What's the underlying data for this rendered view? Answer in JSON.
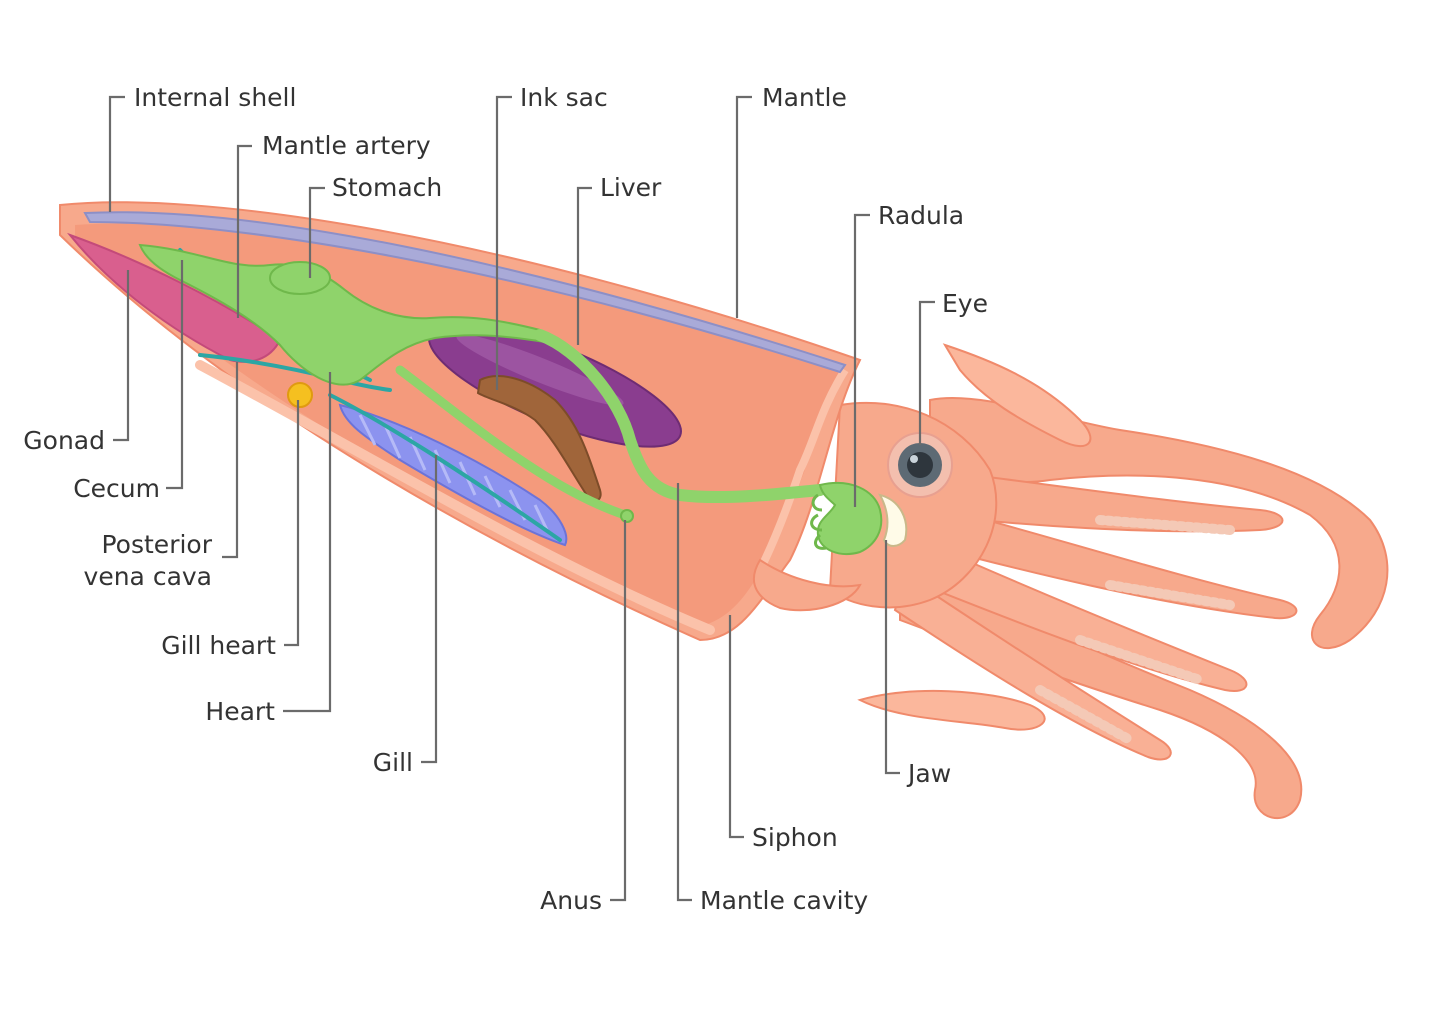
{
  "labels": {
    "internal_shell": "Internal shell",
    "mantle_artery": "Mantle artery",
    "stomach": "Stomach",
    "ink_sac": "Ink sac",
    "liver": "Liver",
    "mantle": "Mantle",
    "radula": "Radula",
    "eye": "Eye",
    "gonad": "Gonad",
    "cecum": "Cecum",
    "posterior_vena_cava_line1": "Posterior",
    "posterior_vena_cava_line2": "vena cava",
    "gill_heart": "Gill heart",
    "heart": "Heart",
    "gill": "Gill",
    "jaw": "Jaw",
    "siphon": "Siphon",
    "anus": "Anus",
    "mantle_cavity": "Mantle cavity"
  },
  "colors": {
    "body": "#f7a98c",
    "body_light": "#fbc2aa",
    "body_outline": "#f08a6b",
    "mantle_interior": "#f49a7c",
    "shell": "#a9aad8",
    "gonad": "#d95f8e",
    "digestive": "#8fd36b",
    "vessels": "#2ca6a4",
    "ink_sac": "#a0653a",
    "liver": "#8a3d8f",
    "gill": "#8c93ef",
    "gill_heart": "#f5c020",
    "eye": "#4a5560",
    "leader_line": "#6b6b6b",
    "text": "#333333"
  }
}
